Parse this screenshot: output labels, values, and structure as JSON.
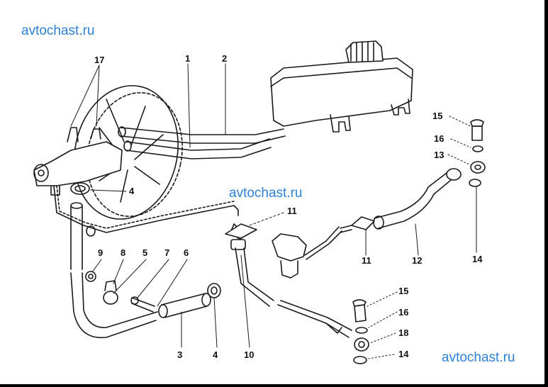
{
  "watermark": {
    "text": "avtochast.ru",
    "color": "#2e7fd6"
  },
  "diagram": {
    "stroke_color": "#1a1a1a",
    "edge_color": "#000000",
    "callouts": {
      "c17": "17",
      "c1": "1",
      "c2": "2",
      "c4a": "4",
      "c15a": "15",
      "c16a": "16",
      "c13": "13",
      "c11a": "11",
      "c11b": "11",
      "c12": "12",
      "c14a": "14",
      "c9": "9",
      "c8": "8",
      "c5": "5",
      "c7": "7",
      "c6": "6",
      "c15b": "15",
      "c16b": "16",
      "c18": "18",
      "c14b": "14",
      "c3": "3",
      "c4b": "4",
      "c10": "10"
    }
  }
}
